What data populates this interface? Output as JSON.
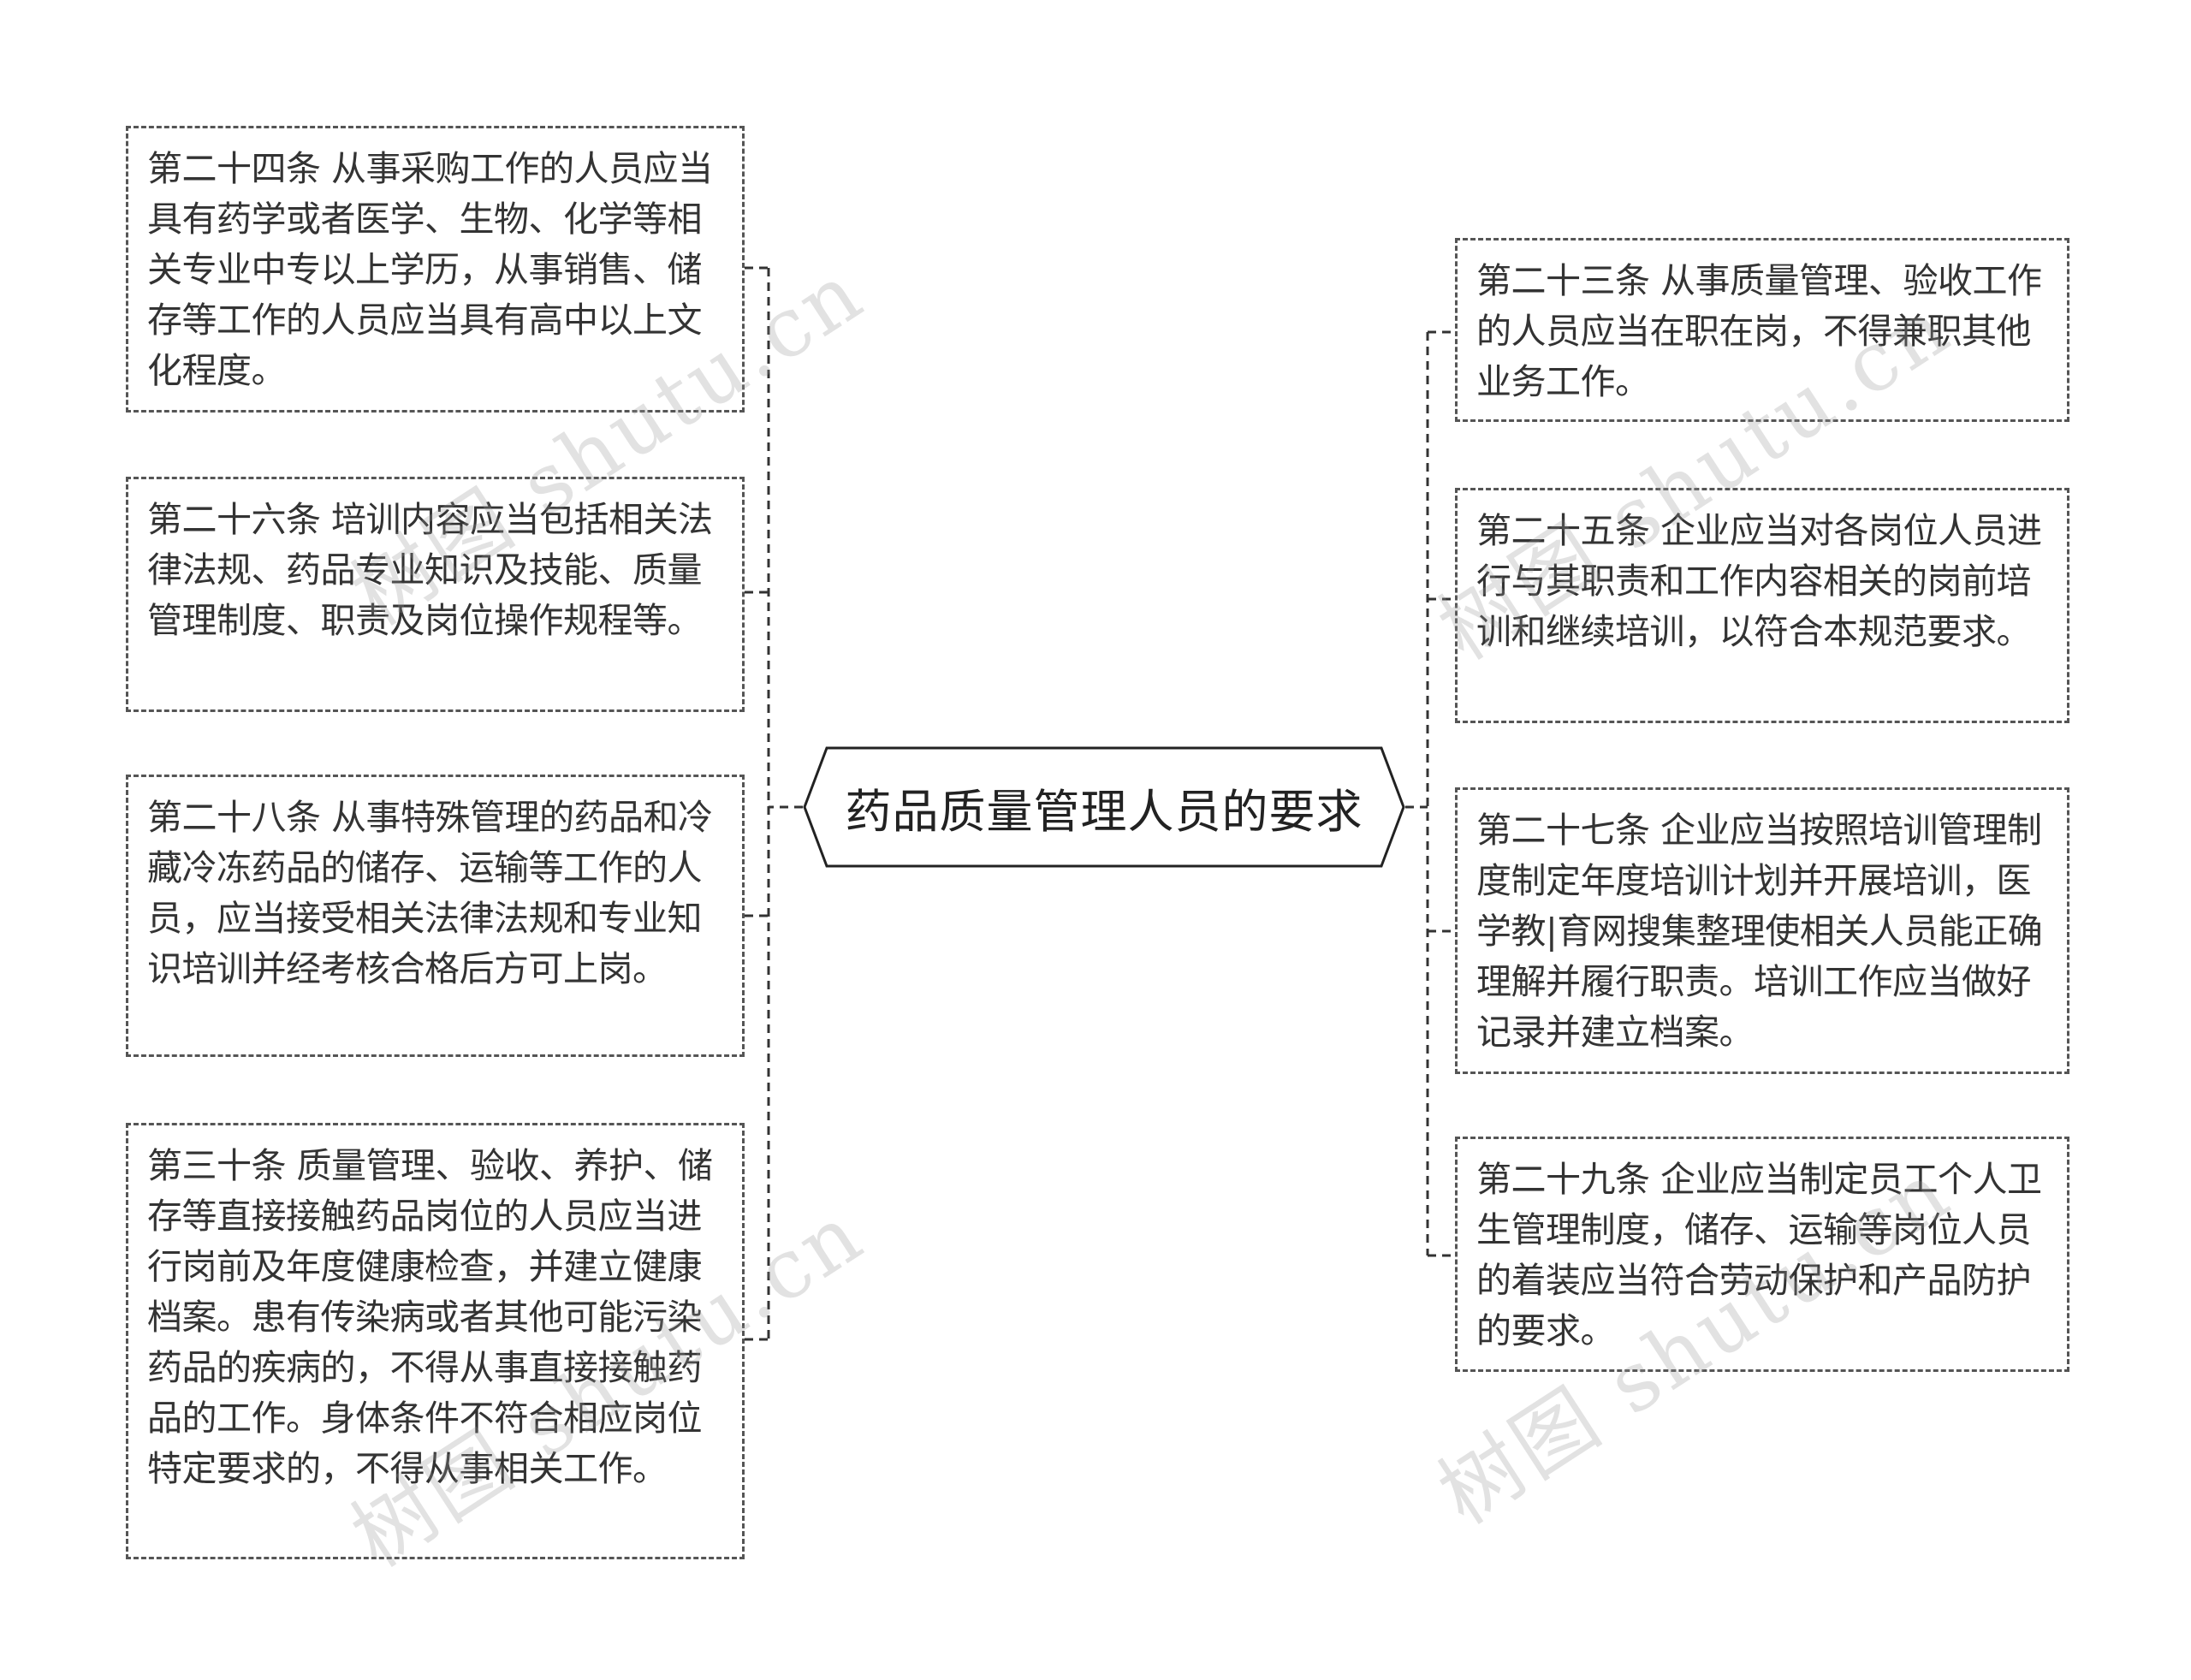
{
  "center": {
    "title": "药品质量管理人员的要求"
  },
  "left_nodes": [
    {
      "text": "第二十四条 从事采购工作的人员应当具有药学或者医学、生物、化学等相关专业中专以上学历，从事销售、储存等工作的人员应当具有高中以上文化程度。"
    },
    {
      "text": "第二十六条 培训内容应当包括相关法律法规、药品专业知识及技能、质量管理制度、职责及岗位操作规程等。"
    },
    {
      "text": "第二十八条 从事特殊管理的药品和冷藏冷冻药品的储存、运输等工作的人员，应当接受相关法律法规和专业知识培训并经考核合格后方可上岗。"
    },
    {
      "text": "第三十条 质量管理、验收、养护、储存等直接接触药品岗位的人员应当进行岗前及年度健康检查，并建立健康档案。患有传染病或者其他可能污染药品的疾病的，不得从事直接接触药品的工作。身体条件不符合相应岗位特定要求的，不得从事相关工作。"
    }
  ],
  "right_nodes": [
    {
      "text": "第二十三条 从事质量管理、验收工作的人员应当在职在岗，不得兼职其他业务工作。"
    },
    {
      "text": "第二十五条 企业应当对各岗位人员进行与其职责和工作内容相关的岗前培训和继续培训，以符合本规范要求。"
    },
    {
      "text": "第二十七条 企业应当按照培训管理制度制定年度培训计划并开展培训，医学教|育网搜集整理使相关人员能正确理解并履行职责。培训工作应当做好记录并建立档案。"
    },
    {
      "text": "第二十九条 企业应当制定员工个人卫生管理制度，储存、运输等岗位人员的着装应当符合劳动保护和产品防护的要求。"
    }
  ],
  "watermarks": [
    "树图 shutu.cn",
    "树图 shutu.cn",
    "树图 shutu.cn",
    "树图 shutu.cn"
  ],
  "colors": {
    "border": "#555555",
    "connector": "#333333",
    "text": "#333333"
  }
}
